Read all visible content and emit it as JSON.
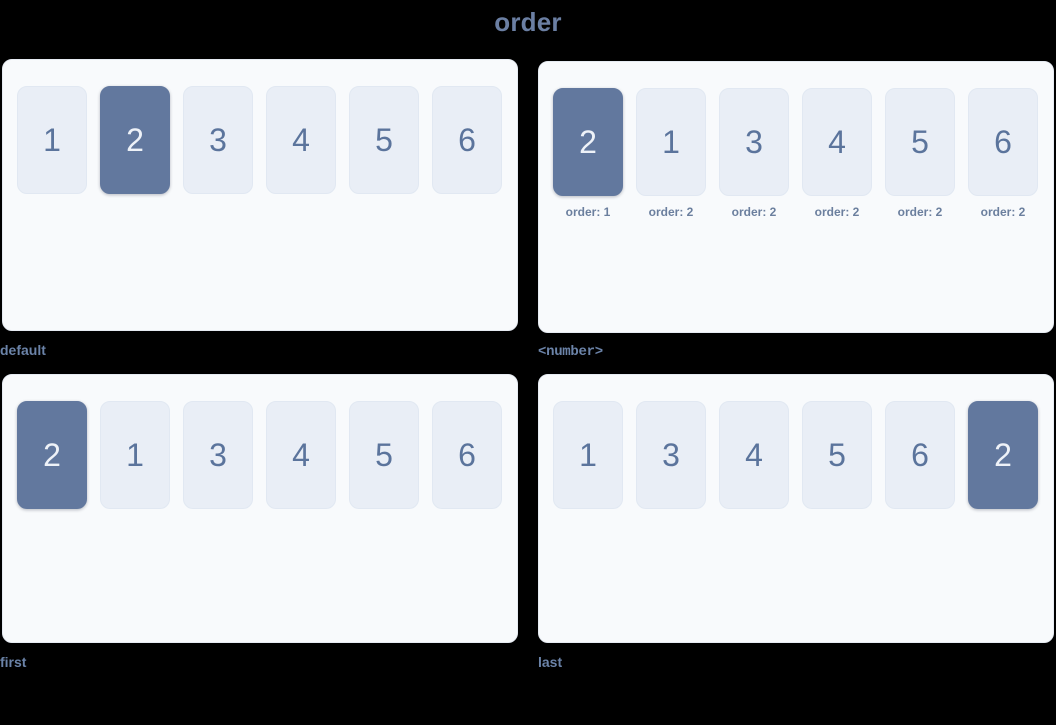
{
  "title": "order",
  "colors": {
    "background": "#000000",
    "panel_bg": "#f8fafc",
    "panel_border": "#e6ebf2",
    "item_bg": "#e9eef6",
    "item_text": "#5b749c",
    "highlight_bg": "#62789e",
    "highlight_text": "#eef2f8",
    "caption_text": "#6b83a8",
    "title_text": "#6b7fa3"
  },
  "demos": [
    {
      "caption": "default",
      "caption_style": "sans",
      "has_order_notes": false,
      "items": [
        {
          "label": "1",
          "highlight": false
        },
        {
          "label": "2",
          "highlight": true
        },
        {
          "label": "3",
          "highlight": false
        },
        {
          "label": "4",
          "highlight": false
        },
        {
          "label": "5",
          "highlight": false
        },
        {
          "label": "6",
          "highlight": false
        }
      ]
    },
    {
      "caption": "<number>",
      "caption_style": "mono",
      "has_order_notes": true,
      "items": [
        {
          "label": "2",
          "highlight": true,
          "note": "order: 1"
        },
        {
          "label": "1",
          "highlight": false,
          "note": "order: 2"
        },
        {
          "label": "3",
          "highlight": false,
          "note": "order: 2"
        },
        {
          "label": "4",
          "highlight": false,
          "note": "order: 2"
        },
        {
          "label": "5",
          "highlight": false,
          "note": "order: 2"
        },
        {
          "label": "6",
          "highlight": false,
          "note": "order: 2"
        }
      ]
    },
    {
      "caption": "first",
      "caption_style": "sans",
      "has_order_notes": false,
      "items": [
        {
          "label": "2",
          "highlight": true
        },
        {
          "label": "1",
          "highlight": false
        },
        {
          "label": "3",
          "highlight": false
        },
        {
          "label": "4",
          "highlight": false
        },
        {
          "label": "5",
          "highlight": false
        },
        {
          "label": "6",
          "highlight": false
        }
      ]
    },
    {
      "caption": "last",
      "caption_style": "sans",
      "has_order_notes": false,
      "items": [
        {
          "label": "1",
          "highlight": false
        },
        {
          "label": "3",
          "highlight": false
        },
        {
          "label": "4",
          "highlight": false
        },
        {
          "label": "5",
          "highlight": false
        },
        {
          "label": "6",
          "highlight": false
        },
        {
          "label": "2",
          "highlight": true
        }
      ]
    }
  ]
}
